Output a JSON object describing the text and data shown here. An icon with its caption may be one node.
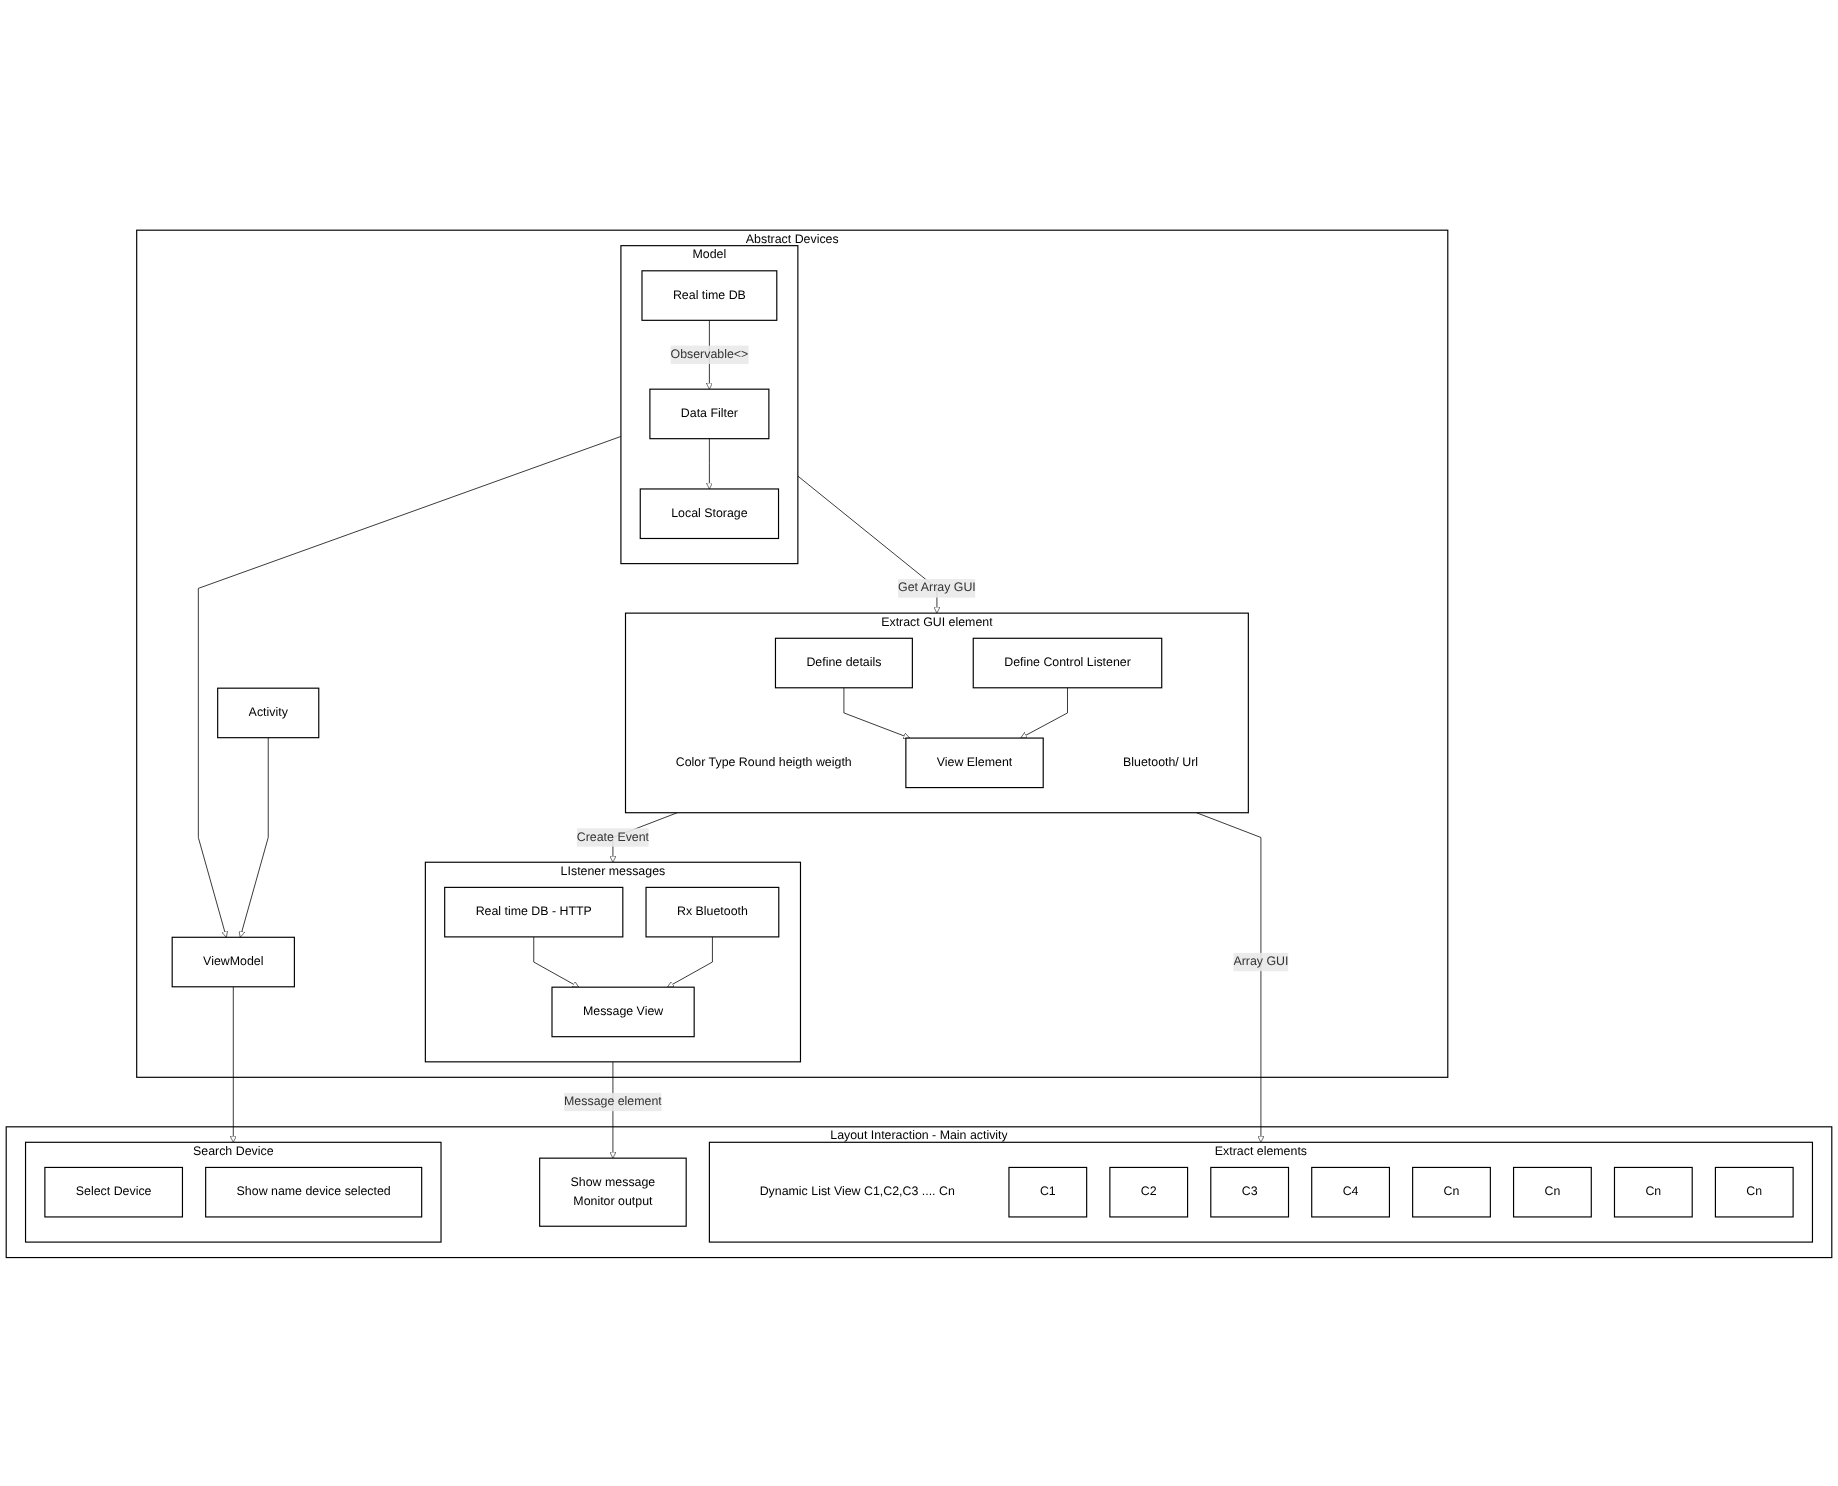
{
  "diagram": {
    "nodes": [
      {
        "text": [
          "Abstract Devices"
        ]
      },
      {
        "text": [
          "Model"
        ],
        "in": 0
      },
      {
        "text": [
          "Data Filter"
        ],
        "in": 1
      },
      {
        "text": [
          "Local Storage"
        ],
        "in": 1
      },
      {
        "text": [
          "Real time DB"
        ],
        "in": 1
      },
      {
        "text": [
          "Activity"
        ],
        "in": 0
      },
      {
        "text": [
          "ViewModel"
        ],
        "in": 0
      },
      {
        "text": [
          "Extract GUI element",
          "Color Type Round heigth weigth",
          "Bluetooth/ Url"
        ],
        "in": 0
      },
      {
        "text": [
          "Define details"
        ],
        "in": 7
      },
      {
        "text": [
          "Define Control Listener"
        ],
        "in": 7
      },
      {
        "text": [
          "View Element"
        ],
        "in": 7
      },
      {
        "text": [
          "LIstener messages"
        ],
        "in": 0
      },
      {
        "text": [
          "Real time DB - HTTP"
        ],
        "in": 11
      },
      {
        "text": [
          "Rx Bluetooth"
        ],
        "in": 11
      },
      {
        "text": [
          "Message View"
        ],
        "in": 11
      },
      {
        "text": [
          "Layout Interaction - Main activity"
        ]
      },
      {
        "text": [
          "Search Device"
        ],
        "in": 15
      },
      {
        "text": [
          "Select Device"
        ],
        "in": 16
      },
      {
        "text": [
          "Show name device selected"
        ],
        "in": 16
      },
      {
        "text": [
          "Extract elements",
          "Dynamic List View C1,C2,C3 .... Cn"
        ],
        "in": 15
      },
      {
        "text": [
          "C1"
        ],
        "in": 19
      },
      {
        "text": [
          "C2"
        ],
        "in": 19
      },
      {
        "text": [
          "C3"
        ],
        "in": 19
      },
      {
        "text": [
          "C4"
        ],
        "in": 19
      },
      {
        "text": [
          "Cn"
        ],
        "in": 19
      },
      {
        "text": [
          "Cn"
        ],
        "in": 19
      },
      {
        "text": [
          "Cn"
        ],
        "in": 19
      },
      {
        "text": [
          "Cn"
        ],
        "in": 19
      },
      {
        "text": [
          "Show message",
          "Monitor output"
        ],
        "in": 15
      }
    ],
    "edges": [
      {
        "from": 2,
        "to": 3,
        "arrow": "to"
      },
      {
        "from": 4,
        "to": 2,
        "arrow": "to",
        "label": "Observable<>"
      },
      {
        "from": 1,
        "to": 6,
        "arrow": "to"
      },
      {
        "from": 5,
        "to": 6,
        "arrow": "to"
      },
      {
        "from": 1,
        "to": 7,
        "arrow": "to",
        "label": "Get Array GUI"
      },
      {
        "from": 8,
        "to": 10,
        "arrow": "to"
      },
      {
        "from": 9,
        "to": 10,
        "arrow": "to"
      },
      {
        "from": 7,
        "to": 11,
        "arrow": "to",
        "label": "Create Event"
      },
      {
        "from": 12,
        "to": 14,
        "arrow": "to"
      },
      {
        "from": 13,
        "to": 14,
        "arrow": "to"
      },
      {
        "from": 6,
        "to": 16,
        "arrow": "to"
      },
      {
        "from": 7,
        "to": 19,
        "arrow": "to",
        "label": "Array GUI"
      },
      {
        "from": 11,
        "to": 28,
        "arrow": "to",
        "label": "Message element"
      }
    ]
  }
}
